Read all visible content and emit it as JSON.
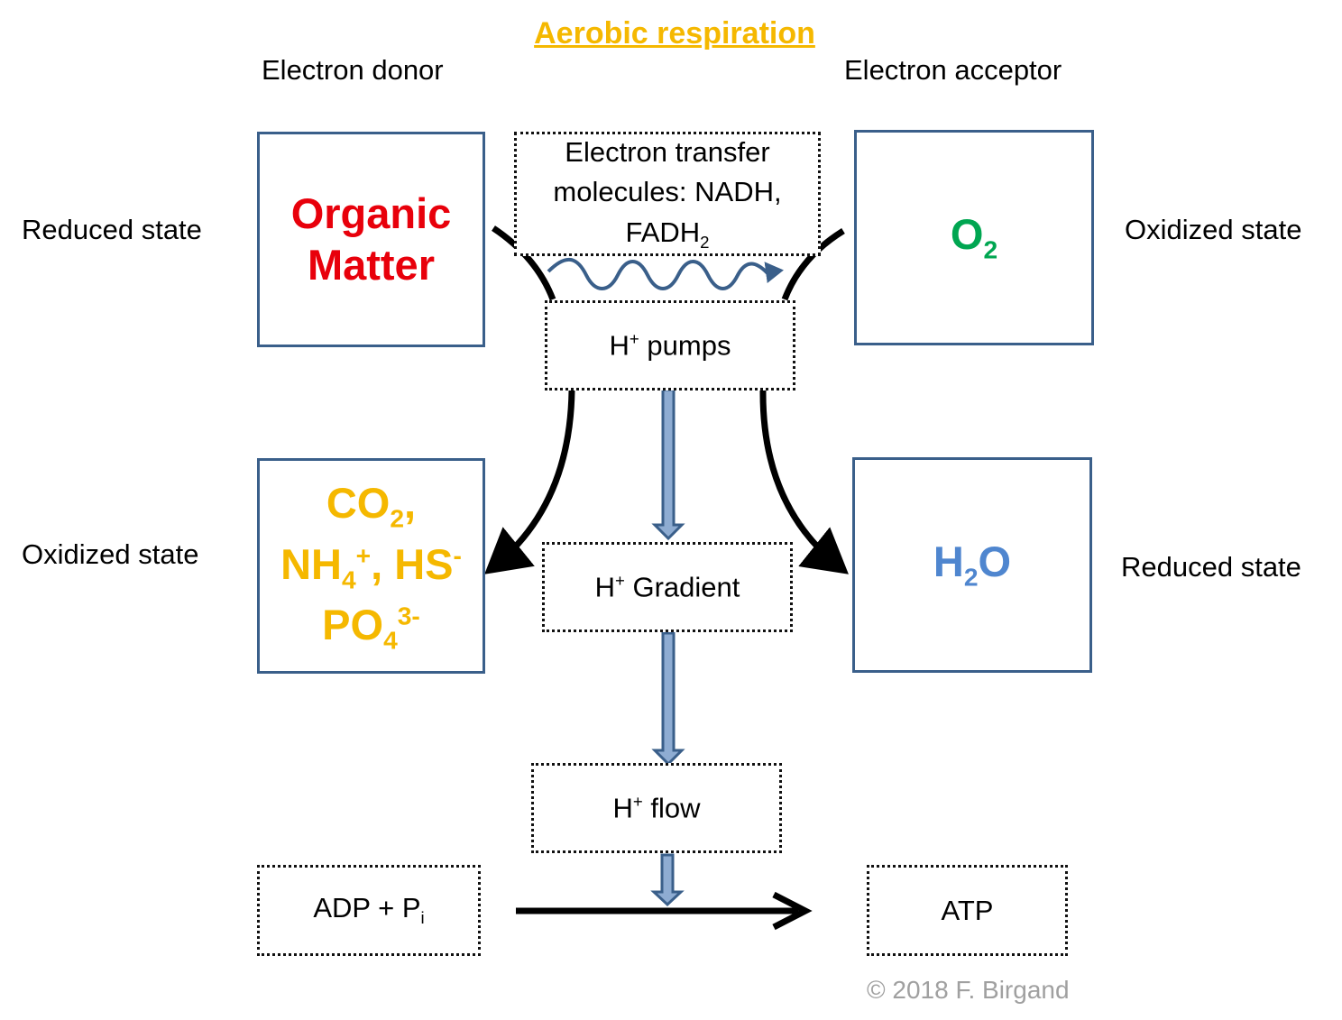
{
  "title": "Aerobic respiration",
  "headers": {
    "donor": "Electron donor",
    "acceptor": "Electron acceptor"
  },
  "states": {
    "left_top": "Reduced state",
    "left_bottom": "Oxidized state",
    "right_top": "Oxidized state",
    "right_bottom": "Reduced state"
  },
  "boxes": {
    "organic_line1": "Organic",
    "organic_line2": "Matter",
    "o2_base": "O",
    "o2_sub": "2",
    "products": {
      "co2_base": "CO",
      "co2_sub": "2",
      "co2_tail": ",",
      "nh4_base": "NH",
      "nh4_sub": "4",
      "nh4_sup": "+",
      "hs_text": ", HS",
      "hs_sup": "-",
      "po4_base": "PO",
      "po4_sub": "4",
      "po4_sup": "3-"
    },
    "h2o_h": "H",
    "h2o_sub": "2",
    "h2o_o": "O",
    "electron_transfer_line1": "Electron transfer",
    "electron_transfer_line2": "molecules: NADH,",
    "electron_transfer_fad": "FADH",
    "electron_transfer_sub": "2",
    "pumps_h": "H",
    "pumps_sup": "+",
    "pumps_text": " pumps",
    "gradient_h": "H",
    "gradient_sup": "+",
    "gradient_text": " Gradient",
    "flow_h": "H",
    "flow_sup": "+",
    "flow_text": " flow",
    "adp_text": "ADP + P",
    "adp_sub": "i",
    "atp_text": "ATP"
  },
  "copyright": "© 2018 F. Birgand",
  "colors": {
    "title": "#f5b800",
    "organic": "#e8000b",
    "o2": "#00a651",
    "products": "#f5b800",
    "h2o": "#4f86cf",
    "box_border": "#3a5f8a",
    "vertical_arrow": "#8eacd2",
    "wave": "#3a5f8a"
  }
}
